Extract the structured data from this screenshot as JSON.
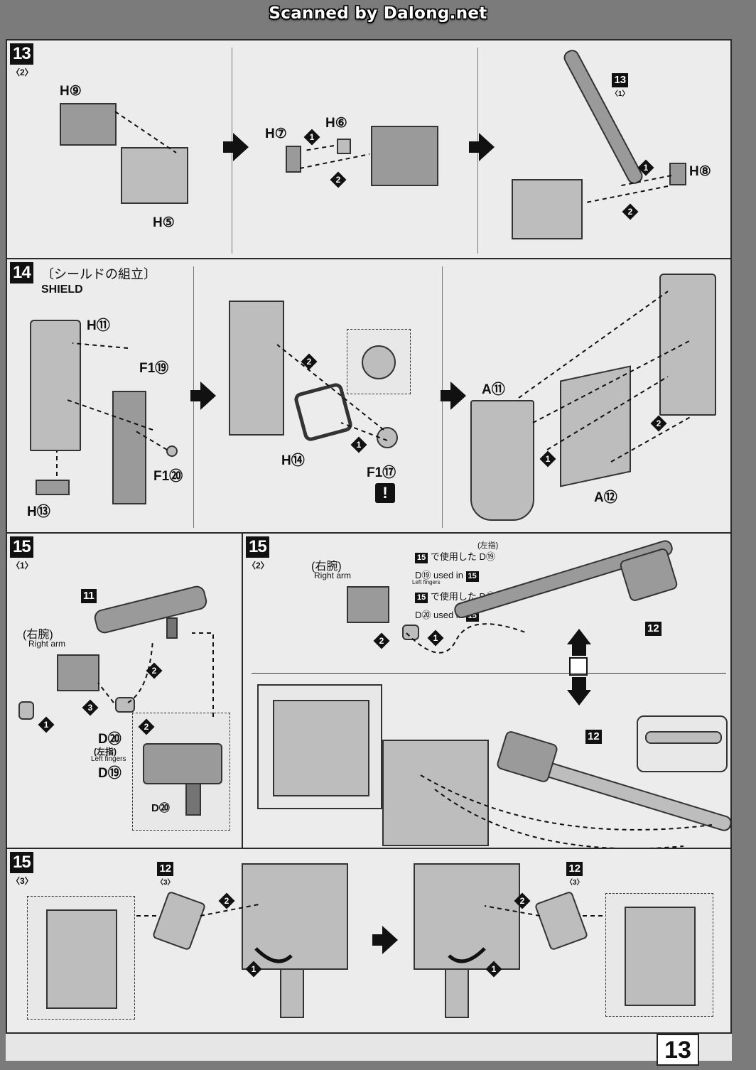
{
  "watermark": "Scanned by Dalong.net",
  "page_number": "13",
  "step13": {
    "number": "13",
    "sub": "〈2〉",
    "labels": {
      "h9": "H⑨",
      "h5": "H⑤",
      "h7": "H⑦",
      "h6": "H⑥",
      "h8": "H⑧"
    },
    "ref": {
      "num": "13",
      "sub": "〈1〉"
    },
    "markers": [
      "1",
      "2",
      "1",
      "2"
    ]
  },
  "step14": {
    "number": "14",
    "title_jp": "〔シールドの組立〕",
    "title_en": "SHIELD",
    "labels": {
      "h11": "H⑪",
      "f1_19": "F1⑲",
      "f1_20": "F1⑳",
      "h13": "H⑬",
      "h14": "H⑭",
      "f1_17": "F1⑰",
      "a11": "A⑪",
      "a12": "A⑫"
    },
    "warning": "!",
    "markers": [
      "2",
      "1",
      "1",
      "2"
    ]
  },
  "step15_1": {
    "number": "15",
    "sub": "〈1〉",
    "ref_num": "11",
    "right_arm_jp": "(右腕)",
    "right_arm_en": "Right arm",
    "d20": "D⑳",
    "left_fingers_jp": "(左指)",
    "left_fingers_en": "Left fingers",
    "d19": "D⑲",
    "detail_marker": "2",
    "detail_label": "D⑳",
    "markers": [
      "2",
      "3",
      "1"
    ]
  },
  "step15_2": {
    "number": "15",
    "sub": "〈2〉",
    "right_arm_jp": "(右腕)",
    "right_arm_en": "Right arm",
    "note1_jp": "で使用した D⑲",
    "note1_left": "(左指)",
    "note1_en": "D⑲ used in",
    "note1_en_small": "Left fingers",
    "note2_jp": "で使用した D⑳",
    "note2_en": "D⑳ used in",
    "ref_num": "12",
    "ref_num2": "12",
    "markers": [
      "2",
      "1"
    ]
  },
  "step15_3": {
    "number": "15",
    "sub": "〈3〉",
    "ref_num": "12",
    "ref_sub": "〈3〉",
    "markers": [
      "2",
      "1",
      "2",
      "1"
    ]
  }
}
